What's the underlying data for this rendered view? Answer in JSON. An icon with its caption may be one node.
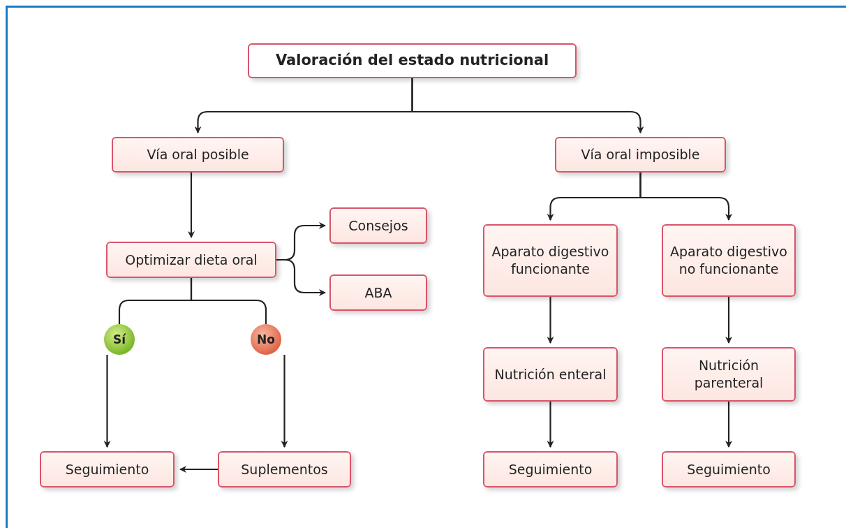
{
  "diagram": {
    "nodes": [
      {
        "text": [
          "Valoración del estado nutricional"
        ]
      },
      {
        "text": [
          "Vía oral posible"
        ]
      },
      {
        "text": [
          "Vía oral imposible"
        ]
      },
      {
        "text": [
          "Optimizar dieta oral"
        ]
      },
      {
        "text": [
          "Consejos"
        ]
      },
      {
        "text": [
          "ABA"
        ]
      },
      {
        "text": [
          "Sí"
        ]
      },
      {
        "text": [
          "No"
        ]
      },
      {
        "text": [
          "Seguimiento"
        ]
      },
      {
        "text": [
          "Suplementos"
        ]
      },
      {
        "text": [
          "Aparato digestivo funcionante"
        ]
      },
      {
        "text": [
          "Aparato digestivo no funcionante"
        ]
      },
      {
        "text": [
          "Nutrición enteral"
        ]
      },
      {
        "text": [
          "Nutrición parenteral"
        ]
      },
      {
        "text": [
          "Seguimiento"
        ]
      },
      {
        "text": [
          "Seguimiento"
        ]
      }
    ],
    "edges": [
      {
        "from": 0,
        "to": 1,
        "arrow": "to"
      },
      {
        "from": 0,
        "to": 2,
        "arrow": "to"
      },
      {
        "from": 1,
        "to": 3,
        "arrow": "to"
      },
      {
        "from": 3,
        "to": 4,
        "arrow": "to"
      },
      {
        "from": 3,
        "to": 5,
        "arrow": "to"
      },
      {
        "from": 3,
        "to": 6,
        "arrow": "none"
      },
      {
        "from": 3,
        "to": 7,
        "arrow": "none"
      },
      {
        "from": 6,
        "to": 8,
        "arrow": "to"
      },
      {
        "from": 7,
        "to": 9,
        "arrow": "to"
      },
      {
        "from": 9,
        "to": 8,
        "arrow": "to"
      },
      {
        "from": 2,
        "to": 10,
        "arrow": "to"
      },
      {
        "from": 2,
        "to": 11,
        "arrow": "to"
      },
      {
        "from": 10,
        "to": 12,
        "arrow": "to"
      },
      {
        "from": 11,
        "to": 13,
        "arrow": "to"
      },
      {
        "from": 12,
        "to": 14,
        "arrow": "to"
      },
      {
        "from": 13,
        "to": 15,
        "arrow": "to"
      }
    ]
  }
}
